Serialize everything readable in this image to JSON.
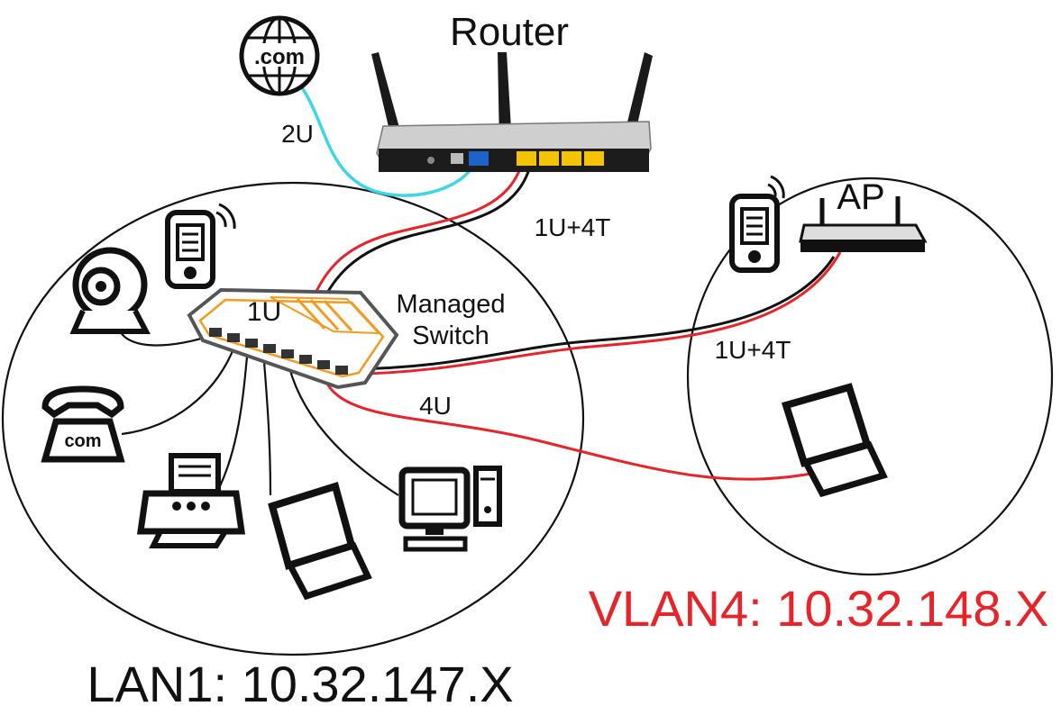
{
  "labels": {
    "router": "Router",
    "internet": ".com",
    "link_2u": "2U",
    "link_router_switch": "1U+4T",
    "switch_port": "1U",
    "switch_name_line1": "Managed",
    "switch_name_line2": "Switch",
    "access_point": "AP",
    "link_switch_ap": "1U+4T",
    "link_4u": "4U",
    "phone": "com",
    "lan1": "LAN1: 10.32.147.X",
    "vlan4": "VLAN4: 10.32.148.X"
  },
  "colors": {
    "vlan_cable": "#e8242a",
    "lan_cable": "#111111",
    "wan_cable": "#3cd6e6",
    "switch_accent": "#f29b1f",
    "router_port": "#f5c400",
    "router_body": "#cfcfcf",
    "vlan_text": "#e8242a"
  },
  "icons": {
    "internet": "globe-icon",
    "router": "router-icon",
    "switch": "switch-icon",
    "webcam": "webcam-icon",
    "lan_phone": "mobile-phone-icon",
    "desk_phone": "telephone-icon",
    "printer": "printer-icon",
    "lan_laptop": "laptop-icon",
    "desktop": "desktop-computer-icon",
    "access_point": "access-point-icon",
    "vlan_phone": "mobile-phone-icon",
    "vlan_laptop": "laptop-icon"
  }
}
